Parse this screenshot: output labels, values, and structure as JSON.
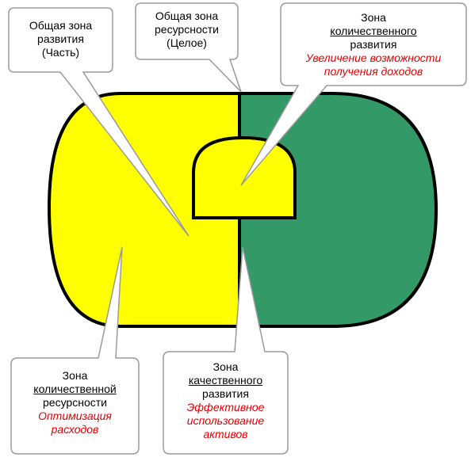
{
  "colors": {
    "part_zone": "#ffff00",
    "whole_zone": "#339966",
    "outline": "#000000",
    "callout_fill": "#ffffff",
    "callout_border": "#9a9a9a",
    "accent_text": "#e00000"
  },
  "callouts": {
    "common_development": {
      "line1": "Общая зона",
      "line2": "развития",
      "line3": "(Часть)"
    },
    "common_resource": {
      "line1": "Общая зона",
      "line2": "ресурсности",
      "line3": "(Целое)"
    },
    "quantitative_development": {
      "line1": "Зона",
      "line2": "количественного",
      "line3": "развития",
      "line4": "Увеличение возможности",
      "line5": "получения доходов"
    },
    "quantitative_resource": {
      "line1": "Зона",
      "line2": "количественной",
      "line3": "ресурсности",
      "line4": "Оптимизация",
      "line5": "расходов"
    },
    "qualitative_development": {
      "line1": "Зона",
      "line2": "качественного",
      "line3": "развития",
      "line4": "Эффективное",
      "line5": "использование",
      "line6": "активов"
    }
  }
}
